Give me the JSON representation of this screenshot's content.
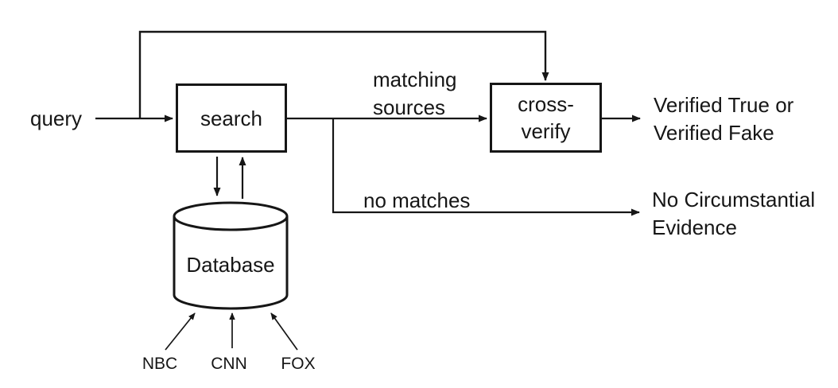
{
  "colors": {
    "background": "#ffffff",
    "ink": "#161616"
  },
  "nodes": {
    "query_label": "query",
    "search_label": "search",
    "cross_verify": {
      "lines": [
        "cross-",
        "verify"
      ]
    },
    "database_label": "Database"
  },
  "edges": {
    "matching": {
      "lines": [
        "matching",
        "sources"
      ]
    },
    "no_matches_label": "no matches"
  },
  "outcomes": {
    "verified": {
      "lines": [
        "Verified True or",
        "Verified Fake"
      ]
    },
    "no_evidence": {
      "lines": [
        "No Circumstantial",
        "Evidence"
      ]
    }
  },
  "feeds": [
    "NBC",
    "CNN",
    "FOX"
  ]
}
